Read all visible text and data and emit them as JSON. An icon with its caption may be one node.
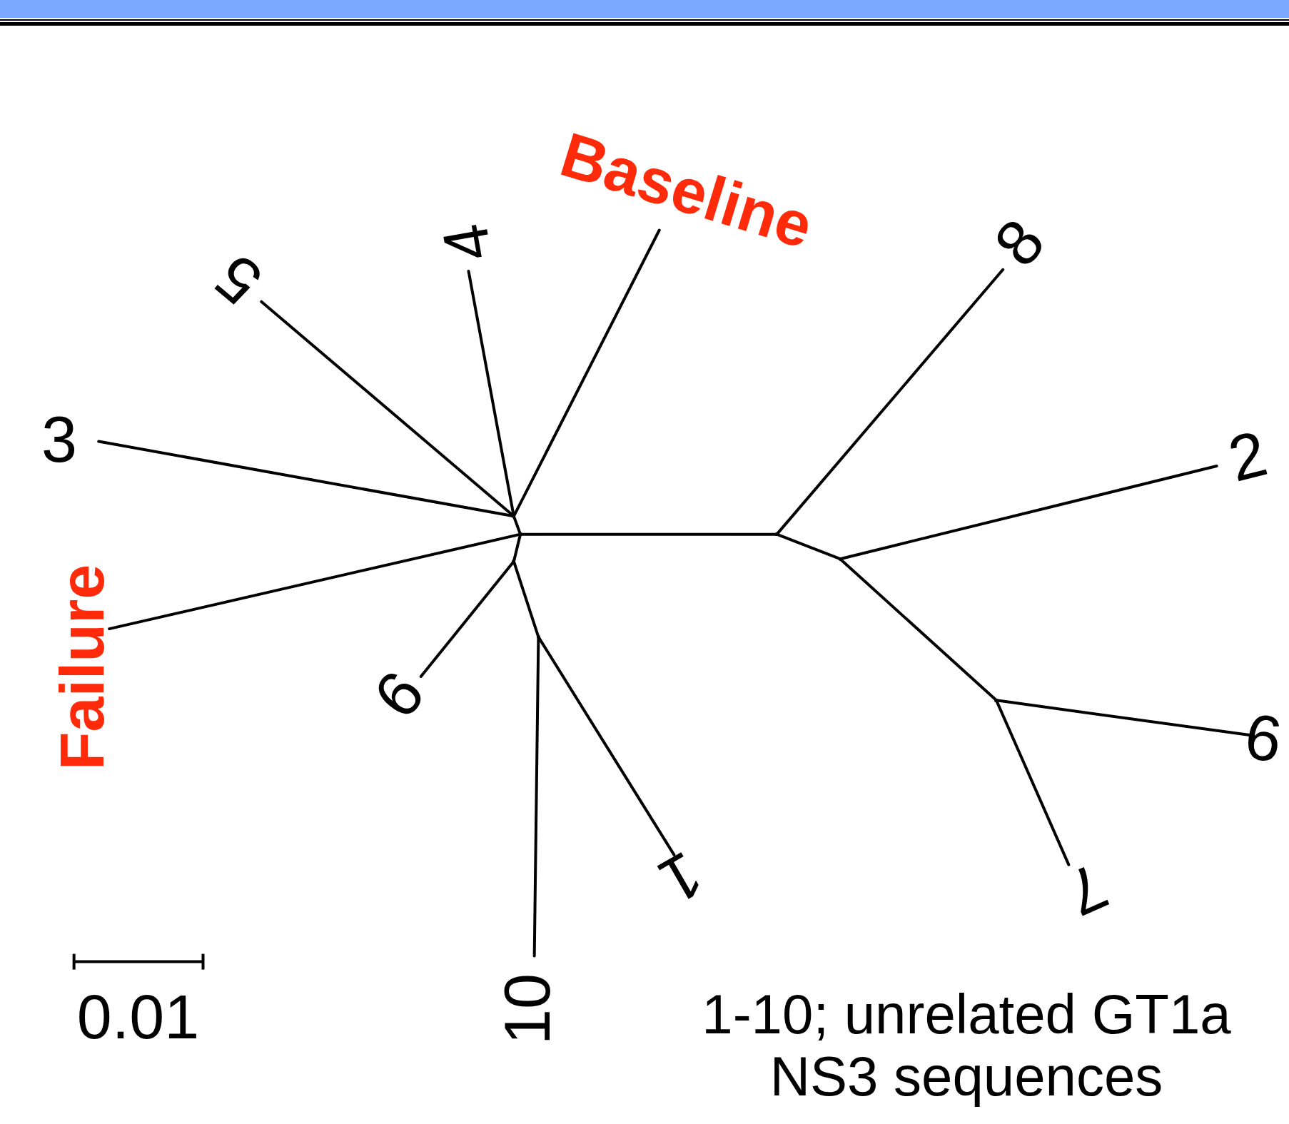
{
  "diagram": {
    "caption": "1-10; unrelated GT1a NS3 sequences",
    "nodes": [
      {
        "text": [
          "Baseline"
        ]
      },
      {
        "text": [
          "5"
        ]
      },
      {
        "text": [
          "4"
        ]
      },
      {
        "text": [
          "8"
        ]
      },
      {
        "text": [
          "3"
        ]
      },
      {
        "text": [
          "2"
        ]
      },
      {
        "text": [
          "Failure"
        ]
      },
      {
        "text": [
          "9"
        ]
      },
      {
        "text": [
          "6"
        ]
      },
      {
        "text": [
          "1"
        ]
      },
      {
        "text": [
          "7"
        ]
      },
      {
        "text": [
          "10"
        ]
      },
      {
        "text": [],
        "shape": "point"
      },
      {
        "text": [],
        "shape": "point"
      },
      {
        "text": [],
        "shape": "point"
      },
      {
        "text": [],
        "shape": "point"
      },
      {
        "text": [],
        "shape": "point"
      },
      {
        "text": [],
        "shape": "point"
      },
      {
        "text": [],
        "shape": "point"
      }
    ],
    "edges": [
      {
        "from": 12,
        "to": 4,
        "arrow": "none"
      },
      {
        "from": 12,
        "to": 1,
        "arrow": "none"
      },
      {
        "from": 12,
        "to": 2,
        "arrow": "none"
      },
      {
        "from": 12,
        "to": 0,
        "arrow": "none"
      },
      {
        "from": 13,
        "to": 12,
        "arrow": "none"
      },
      {
        "from": 13,
        "to": 6,
        "arrow": "none"
      },
      {
        "from": 13,
        "to": 14,
        "arrow": "none"
      },
      {
        "from": 13,
        "to": 15,
        "arrow": "none"
      },
      {
        "from": 15,
        "to": 7,
        "arrow": "none"
      },
      {
        "from": 15,
        "to": 16,
        "arrow": "none"
      },
      {
        "from": 16,
        "to": 11,
        "arrow": "none"
      },
      {
        "from": 16,
        "to": 9,
        "arrow": "none"
      },
      {
        "from": 14,
        "to": 3,
        "arrow": "none"
      },
      {
        "from": 14,
        "to": 17,
        "arrow": "none"
      },
      {
        "from": 17,
        "to": 5,
        "arrow": "none"
      },
      {
        "from": 17,
        "to": 18,
        "arrow": "none"
      },
      {
        "from": 18,
        "to": 8,
        "arrow": "none"
      },
      {
        "from": 18,
        "to": 10,
        "arrow": "none"
      }
    ],
    "labels": [
      "0.01"
    ]
  }
}
